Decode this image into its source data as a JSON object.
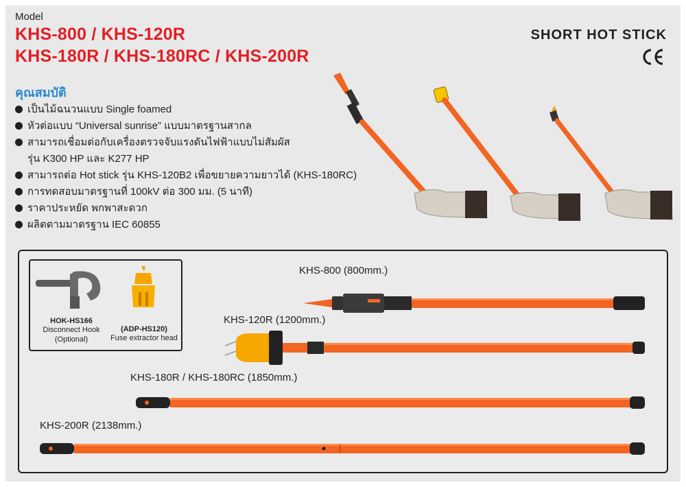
{
  "header": {
    "model_label": "Model",
    "models_line1": "KHS-800  /  KHS-120R",
    "models_line2": "KHS-180R  /  KHS-180RC  /  KHS-200R",
    "product_title": "SHORT  HOT  STICK",
    "ce_mark": "CE"
  },
  "features": {
    "heading": "คุณสมบัติ",
    "items": [
      "เป็นไม้ฉนวนแบบ  Single  foamed",
      "หัวต่อแบบ  “Universal  sunrise”  แบบมาตรฐานสากล",
      "สามารถเชื่อมต่อกับเครื่องตรวจจับแรงดันไฟฟ้าแบบไม่สัมผัส",
      "สามารถต่อ  Hot  stick  รุ่น  KHS-120B2  เพื่อขยายความยาวได้  (KHS-180RC)",
      "การทดสอบมาตรฐานที่  100kV  ต่อ  300  มม.  (5  นาที)",
      "ราคาประหยัด  พกพาสะดวก",
      "ผลิตตามมาตรฐาน  IEC  60855"
    ],
    "item3_continuation": "รุ่น  K300  HP  และ  K277  HP"
  },
  "accessories": [
    {
      "code": "HOK-HS166",
      "desc_line1": "Disconnect  Hook",
      "desc_line2": "(Optional)",
      "icon": "hook-icon"
    },
    {
      "code": "(ADP-HS120)",
      "desc_line1": "Fuse  extractor  head",
      "desc_line2": "",
      "icon": "fuse-extractor-icon"
    }
  ],
  "sticks": [
    {
      "label": "KHS-800  (800mm.)",
      "length_mm": 800,
      "head": "cone-detector"
    },
    {
      "label": "KHS-120R  (1200mm.)",
      "length_mm": 1200,
      "head": "yellow-detector"
    },
    {
      "label": "KHS-180R  /  KHS-180RC  (1850mm.)",
      "length_mm": 1850,
      "head": "sunrise"
    },
    {
      "label": "KHS-200R  (2138mm.)",
      "length_mm": 2138,
      "head": "sunrise"
    }
  ],
  "colors": {
    "accent_red": "#e31e24",
    "heading_blue": "#2a8ac9",
    "stick_orange": "#f26522",
    "detector_yellow": "#f7a600",
    "dark": "#231f20"
  }
}
